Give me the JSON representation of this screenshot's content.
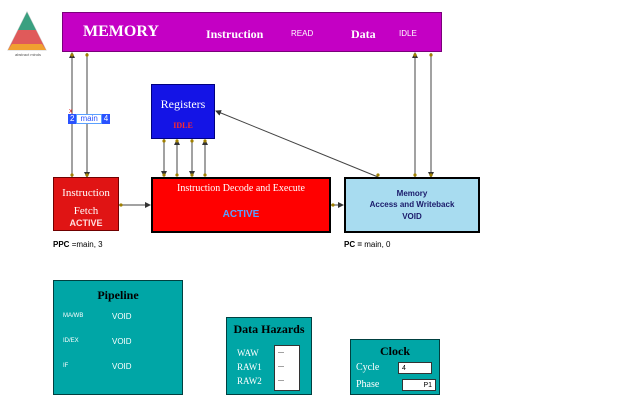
{
  "logo": {
    "caption": "abstract minds"
  },
  "memory": {
    "title": "MEMORY",
    "instruction_label": "Instruction",
    "instruction_state": "READ",
    "data_label": "Data",
    "data_state": "IDLE"
  },
  "registers": {
    "title": "Registers",
    "state": "IDLE"
  },
  "fetch_tag": {
    "left": "2",
    "name": "main",
    "right": "4"
  },
  "fetch": {
    "title_line1": "Instruction",
    "title_line2": "Fetch",
    "state": "ACTIVE"
  },
  "decode": {
    "title": "Instruction Decode and Execute",
    "state": "ACTIVE"
  },
  "mem_access": {
    "line1": "Memory",
    "line2": "Access and Writeback",
    "state": "VOID"
  },
  "ppc": {
    "label": "PPC",
    "value": "=main, 3"
  },
  "pc": {
    "label": "PC =",
    "value": "main, 0"
  },
  "pipeline": {
    "title": "Pipeline",
    "rows": [
      {
        "stage": "MA/WB",
        "value": "VOID"
      },
      {
        "stage": "ID/EX",
        "value": "VOID"
      },
      {
        "stage": "IF",
        "value": "VOID"
      }
    ]
  },
  "hazards": {
    "title": "Data Hazards",
    "rows": [
      {
        "label": "WAW",
        "value": "---"
      },
      {
        "label": "RAW1",
        "value": "---"
      },
      {
        "label": "RAW2",
        "value": "---"
      }
    ]
  },
  "clock": {
    "title": "Clock",
    "cycle_label": "Cycle",
    "cycle_value": "4",
    "phase_label": "Phase",
    "phase_value": "P1"
  },
  "colors": {
    "memory": "#c400c4",
    "registers": "#1414e6",
    "fetch": "#e01414",
    "decode": "#ff0000",
    "mem_access": "#a8dcf0",
    "panel": "#00a6a6"
  }
}
